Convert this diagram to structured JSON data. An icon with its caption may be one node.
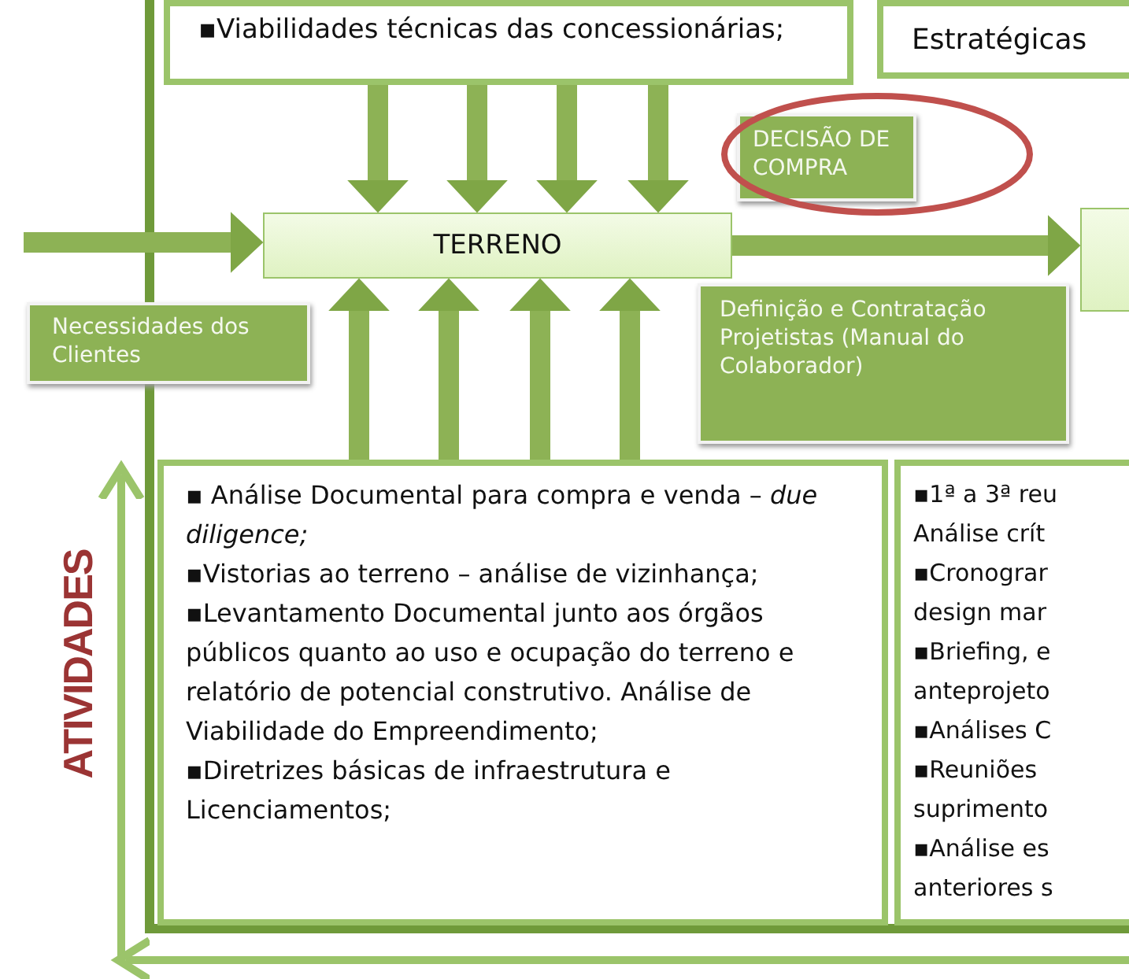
{
  "diagram": {
    "nodes": [
      {
        "text": [
          "▪Viabilidades técnicas das concessionárias;"
        ]
      },
      {
        "text": [
          "Estratégicas"
        ]
      },
      {
        "text": [
          "DECISÃO DE COMPRA"
        ]
      },
      {
        "text": [
          "TERRENO"
        ]
      },
      {
        "text": [
          "Necessidades dos Clientes"
        ]
      },
      {
        "text": [
          "Definição e Contratação Projetistas (Manual do Colaborador)"
        ]
      },
      {
        "text": [],
        "shape": "box"
      },
      {
        "text": [
          "▪ Análise Documental para compra e venda – *due diligence;*",
          "▪Vistorias ao terreno – análise de vizinhança;",
          "▪Levantamento Documental junto aos órgãos públicos quanto ao uso e ocupação do terreno e relatório de potencial construtivo. Análise de Viabilidade do Empreendimento;",
          "▪Diretrizes básicas de infraestrutura e Licenciamentos;"
        ]
      },
      {
        "text": [
          "▪1ª a 3ª reu Análise crít",
          "▪Cronograr design mar",
          "▪Briefing, e anteprojeto",
          "▪Análises C",
          "▪Reuniões suprimento",
          "▪Análise es anteriores s"
        ]
      }
    ],
    "edges": [
      {
        "from": 0,
        "to": 3,
        "arrow": "to"
      },
      {
        "from": 0,
        "to": 3,
        "arrow": "to"
      },
      {
        "from": 0,
        "to": 3,
        "arrow": "to"
      },
      {
        "from": 0,
        "to": 3,
        "arrow": "to"
      },
      {
        "from": 7,
        "to": 3,
        "arrow": "to"
      },
      {
        "from": 7,
        "to": 3,
        "arrow": "to"
      },
      {
        "from": 7,
        "to": 3,
        "arrow": "to"
      },
      {
        "from": 7,
        "to": 3,
        "arrow": "to"
      },
      {
        "from": null,
        "to": 3,
        "arrow": "to"
      },
      {
        "from": 3,
        "to": 6,
        "arrow": "to"
      }
    ],
    "labels": [
      "ATIVIDADES"
    ]
  }
}
